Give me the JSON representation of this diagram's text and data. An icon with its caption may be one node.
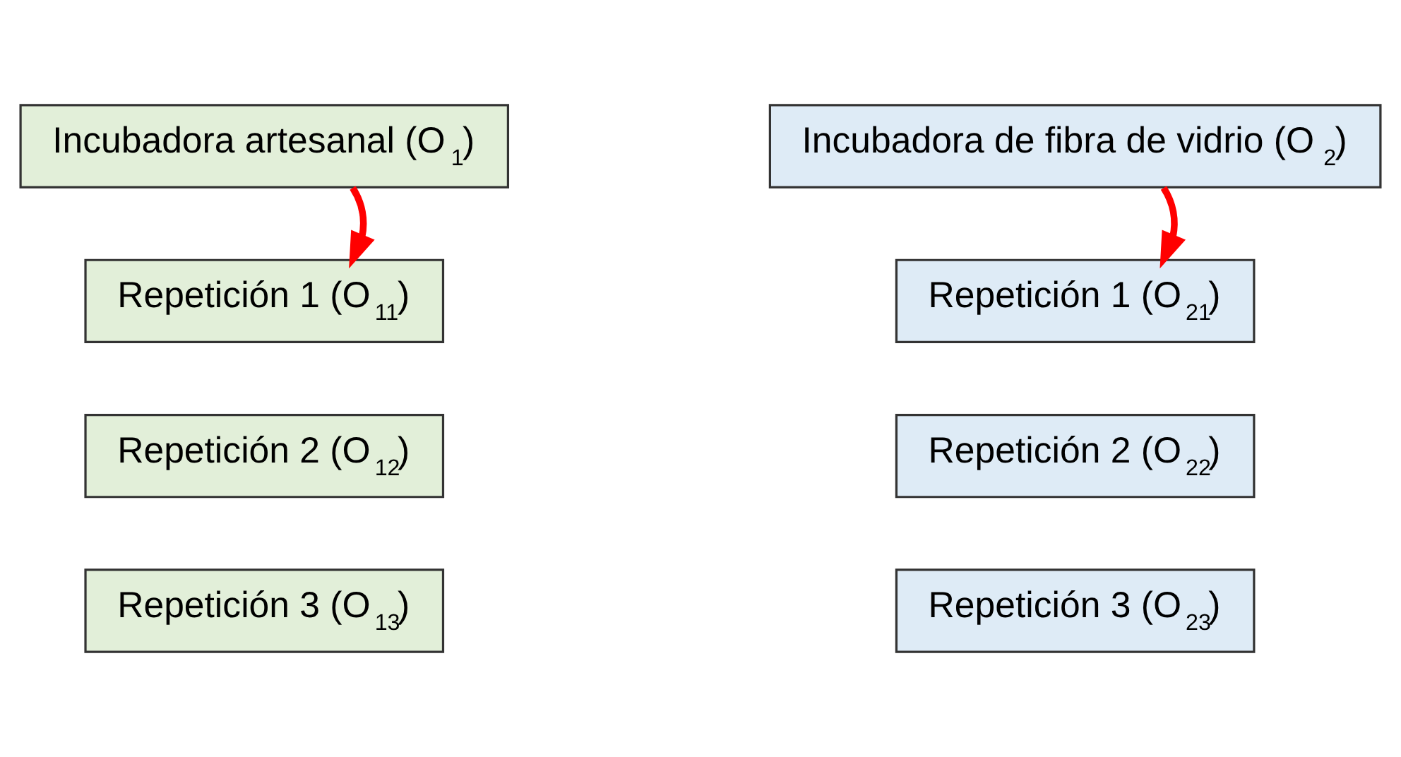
{
  "diagram": {
    "nodes": [
      {
        "text": [
          "Incubadora artesanal (O$_{1}$)"
        ]
      },
      {
        "text": [
          "Repetición 1 (O$_{11}$)"
        ]
      },
      {
        "text": [
          "Repetición 2 (O$_{12}$)"
        ]
      },
      {
        "text": [
          "Repetición 3 (O$_{13}$)"
        ]
      },
      {
        "text": [
          "Incubadora de fibra de vidrio (O$_{2}$)"
        ]
      },
      {
        "text": [
          "Repetición 1 (O$_{21}$)"
        ]
      },
      {
        "text": [
          "Repetición 2 (O$_{22}$)"
        ]
      },
      {
        "text": [
          "Repetición 3 (O$_{23}$)"
        ]
      }
    ],
    "edges": [
      {
        "from": 0,
        "to": 1,
        "arrow": "to",
        "color": "#ff0000"
      },
      {
        "from": 4,
        "to": 5,
        "arrow": "to",
        "color": "#ff0000"
      }
    ]
  }
}
